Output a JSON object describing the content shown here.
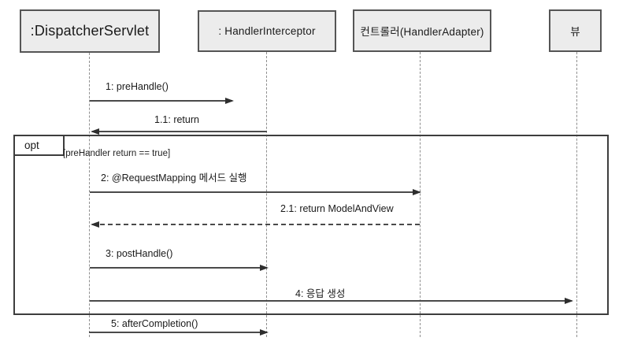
{
  "diagram": {
    "kind": "uml-sequence-diagram"
  },
  "participants": [
    {
      "label": ":DispatcherServlet"
    },
    {
      "label": ": HandlerInterceptor"
    },
    {
      "label": "컨트롤러(HandlerAdapter)"
    },
    {
      "label": "뷰"
    }
  ],
  "fragment": {
    "operator": "opt",
    "guard": "[preHandler return == true]"
  },
  "messages": [
    {
      "label": "1: preHandle()",
      "from": ":DispatcherServlet",
      "to": ": HandlerInterceptor",
      "style": "solid"
    },
    {
      "label": "1.1: return",
      "from": ": HandlerInterceptor",
      "to": ":DispatcherServlet",
      "style": "solid"
    },
    {
      "label": "2: @RequestMapping 메서드 실행",
      "from": ":DispatcherServlet",
      "to": "컨트롤러(HandlerAdapter)",
      "style": "solid"
    },
    {
      "label": "2.1: return ModelAndView",
      "from": "컨트롤러(HandlerAdapter)",
      "to": ":DispatcherServlet",
      "style": "dashed"
    },
    {
      "label": "3: postHandle()",
      "from": ":DispatcherServlet",
      "to": ": HandlerInterceptor",
      "style": "solid"
    },
    {
      "label": "4: 응답 생성",
      "from": ":DispatcherServlet",
      "to": "뷰",
      "style": "solid"
    },
    {
      "label": "5: afterCompletion()",
      "from": ":DispatcherServlet",
      "to": ": HandlerInterceptor",
      "style": "solid"
    }
  ],
  "colors": {
    "box_fill": "#ececec",
    "box_border": "#555555",
    "line": "#4a4a4a",
    "lifeline": "#8f8f8f",
    "text": "#1a1a1a",
    "background": "#ffffff"
  }
}
